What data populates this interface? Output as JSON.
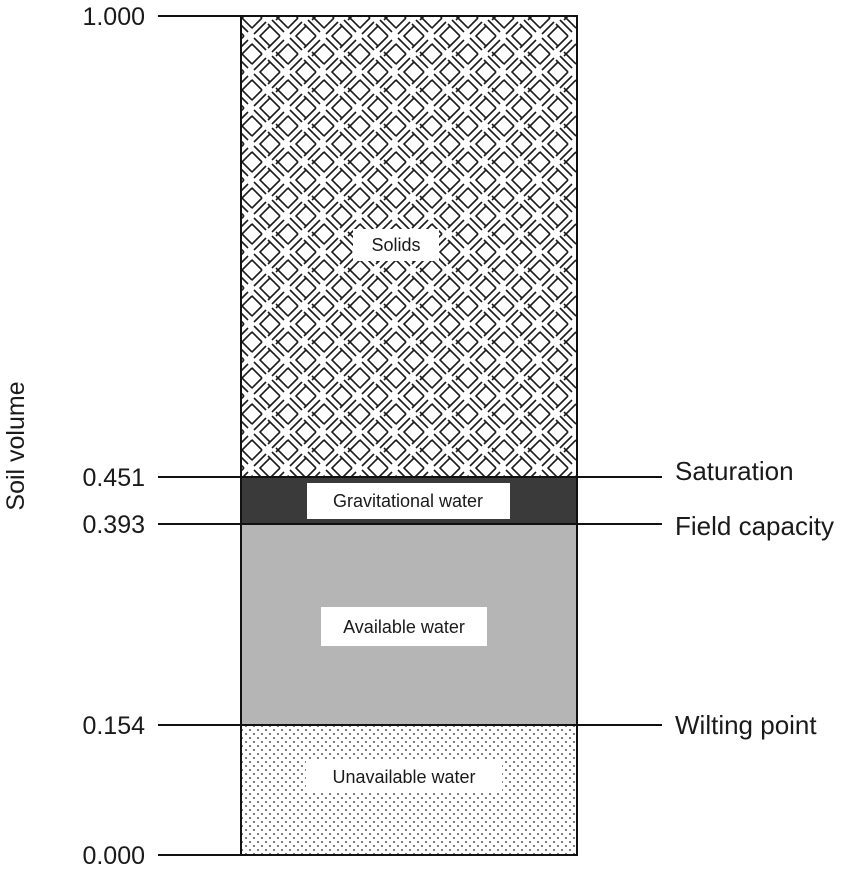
{
  "axis_title": "Soil volume",
  "ticks": [
    "1.000",
    "0.451",
    "0.393",
    "0.154",
    "0.000"
  ],
  "levels": {
    "saturation": "Saturation",
    "field_capacity": "Field capacity",
    "wilting_point": "Wilting point"
  },
  "zones": {
    "solids": "Solids",
    "gravitational": "Gravitational water",
    "available": "Available water",
    "unavailable": "Unavailable water"
  },
  "colors": {
    "gravitational_fill": "#3a3a3a",
    "available_fill": "#b5b5b5",
    "outline": "#111111"
  }
}
